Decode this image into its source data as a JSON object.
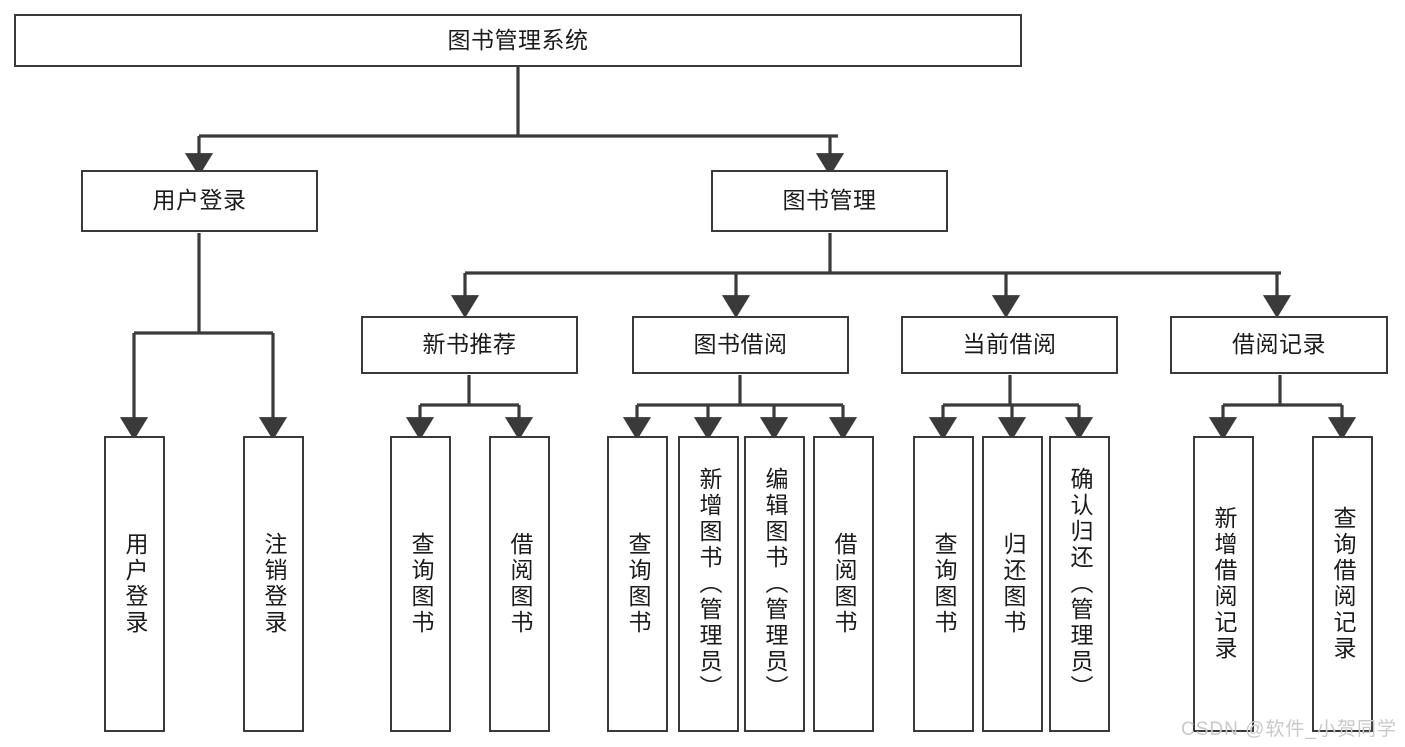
{
  "diagram": {
    "type": "tree",
    "title": "图书管理系统",
    "watermark": "CSDN @软件_小贺同学",
    "colors": {
      "box_border": "#3a3a3a",
      "box_fill": "#ffffff",
      "connector": "#3a3a3a",
      "text": "#1b1b1b",
      "watermark": "#c9c9c9"
    },
    "levels": {
      "root": {
        "label": "图书管理系统"
      },
      "level2": [
        {
          "id": "user-login",
          "label": "用户登录"
        },
        {
          "id": "book-manage",
          "label": "图书管理"
        }
      ],
      "level3": [
        {
          "id": "new-book-rec",
          "label": "新书推荐",
          "parent": "book-manage"
        },
        {
          "id": "book-borrow",
          "label": "图书借阅",
          "parent": "book-manage"
        },
        {
          "id": "current-borrow",
          "label": "当前借阅",
          "parent": "book-manage"
        },
        {
          "id": "borrow-record",
          "label": "借阅记录",
          "parent": "book-manage"
        }
      ],
      "leaves": [
        {
          "id": "leaf-user-login",
          "label": "用户登录",
          "parent": "user-login"
        },
        {
          "id": "leaf-user-logout",
          "label": "注销登录",
          "parent": "user-login"
        },
        {
          "id": "leaf-query-book-1",
          "label": "查询图书",
          "parent": "new-book-rec"
        },
        {
          "id": "leaf-borrow-book-1",
          "label": "借阅图书",
          "parent": "new-book-rec"
        },
        {
          "id": "leaf-query-book-2",
          "label": "查询图书",
          "parent": "book-borrow"
        },
        {
          "id": "leaf-add-book",
          "label": "新增图书（管理员）",
          "parent": "book-borrow"
        },
        {
          "id": "leaf-edit-book",
          "label": "编辑图书（管理员）",
          "parent": "book-borrow"
        },
        {
          "id": "leaf-borrow-book-2",
          "label": "借阅图书",
          "parent": "book-borrow"
        },
        {
          "id": "leaf-query-book-3",
          "label": "查询图书",
          "parent": "current-borrow"
        },
        {
          "id": "leaf-return-book",
          "label": "归还图书",
          "parent": "current-borrow"
        },
        {
          "id": "leaf-confirm-return",
          "label": "确认归还（管理员）",
          "parent": "current-borrow"
        },
        {
          "id": "leaf-add-record",
          "label": "新增借阅记录",
          "parent": "borrow-record"
        },
        {
          "id": "leaf-query-record",
          "label": "查询借阅记录",
          "parent": "borrow-record"
        }
      ]
    }
  }
}
